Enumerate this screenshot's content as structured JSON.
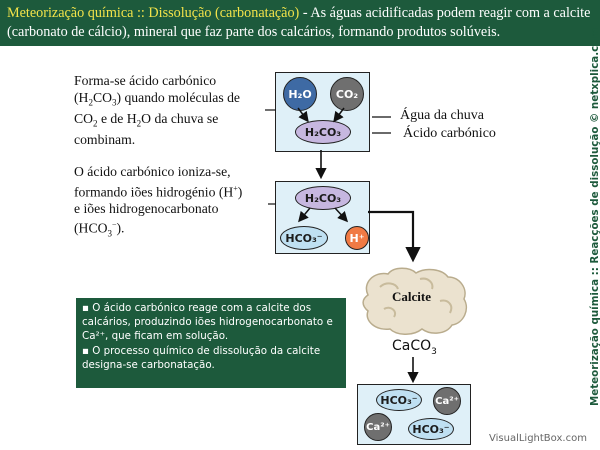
{
  "header": {
    "title": "Meteorização química :: Dissolução (carbonatação)",
    "text": " - As águas acidificadas podem reagir com a calcite (carbonato de cálcio), mineral que faz parte dos calcários, formando produtos solúveis."
  },
  "side_label": "Meteorização química :: Reacções de dissolução © netxplica.com",
  "para1": {
    "l1": "Forma-se ácido carbónico",
    "l2a": "(H",
    "l2b": "CO",
    "l2c": ") quando moléculas de",
    "l3a": "CO",
    "l3b": " e de H",
    "l3c": "O da chuva se",
    "l4": "combinam."
  },
  "para2": {
    "l1": "O ácido carbónico ioniza-se,",
    "l2a": "formando iões hidrogénio (H",
    "l2b": ")",
    "l3": "e iões hidrogenocarbonato",
    "l4a": "(HCO",
    "l4b": "3",
    "l4c": "−",
    "l4d": ")."
  },
  "labels": {
    "water": "Água da chuva",
    "acid": "Ácido carbónico",
    "calcite": "Calcite",
    "caco3_a": "CaCO",
    "caco3_b": "3"
  },
  "molecules": {
    "h2o": "H₂O",
    "co2": "CO₂",
    "h2co3": "H₂CO₃",
    "hco3": "HCO₃⁻",
    "h": "H⁺",
    "ca": "Ca²⁺"
  },
  "info": {
    "b1": "▪ O ácido carbónico reage com a calcite dos calcários, produzindo iões hidrogenocarbonato e Ca²⁺, que ficam em solução.",
    "b2": "▪ O processo químico de dissolução da calcite designa-se carbonatação."
  },
  "watermark": "VisualLightBox.com",
  "colors": {
    "header_bg": "#1d5a3c",
    "title": "#f2e34a",
    "box_bg": "#dff0f8"
  }
}
